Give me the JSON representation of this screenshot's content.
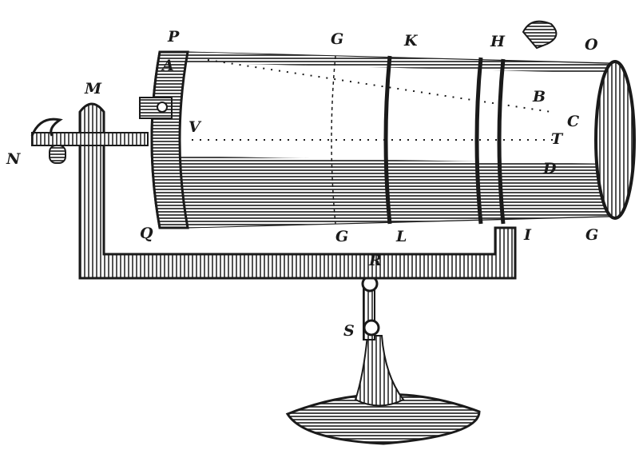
{
  "figure": {
    "title": "Engraving of a cylindrical optical instrument on a stand",
    "labels": {
      "P": "P",
      "A": "A",
      "M": "M",
      "N": "N",
      "V": "V",
      "G_top": "G",
      "K": "K",
      "H": "H",
      "O": "O",
      "B": "B",
      "C": "C",
      "T": "T",
      "D": "D",
      "Q": "Q",
      "G_bottom": "G",
      "L": "L",
      "I": "I",
      "G_right": "G",
      "R": "R",
      "S": "S"
    },
    "colors": {
      "ink": "#1a1a1a",
      "paper": "#ffffff"
    }
  }
}
